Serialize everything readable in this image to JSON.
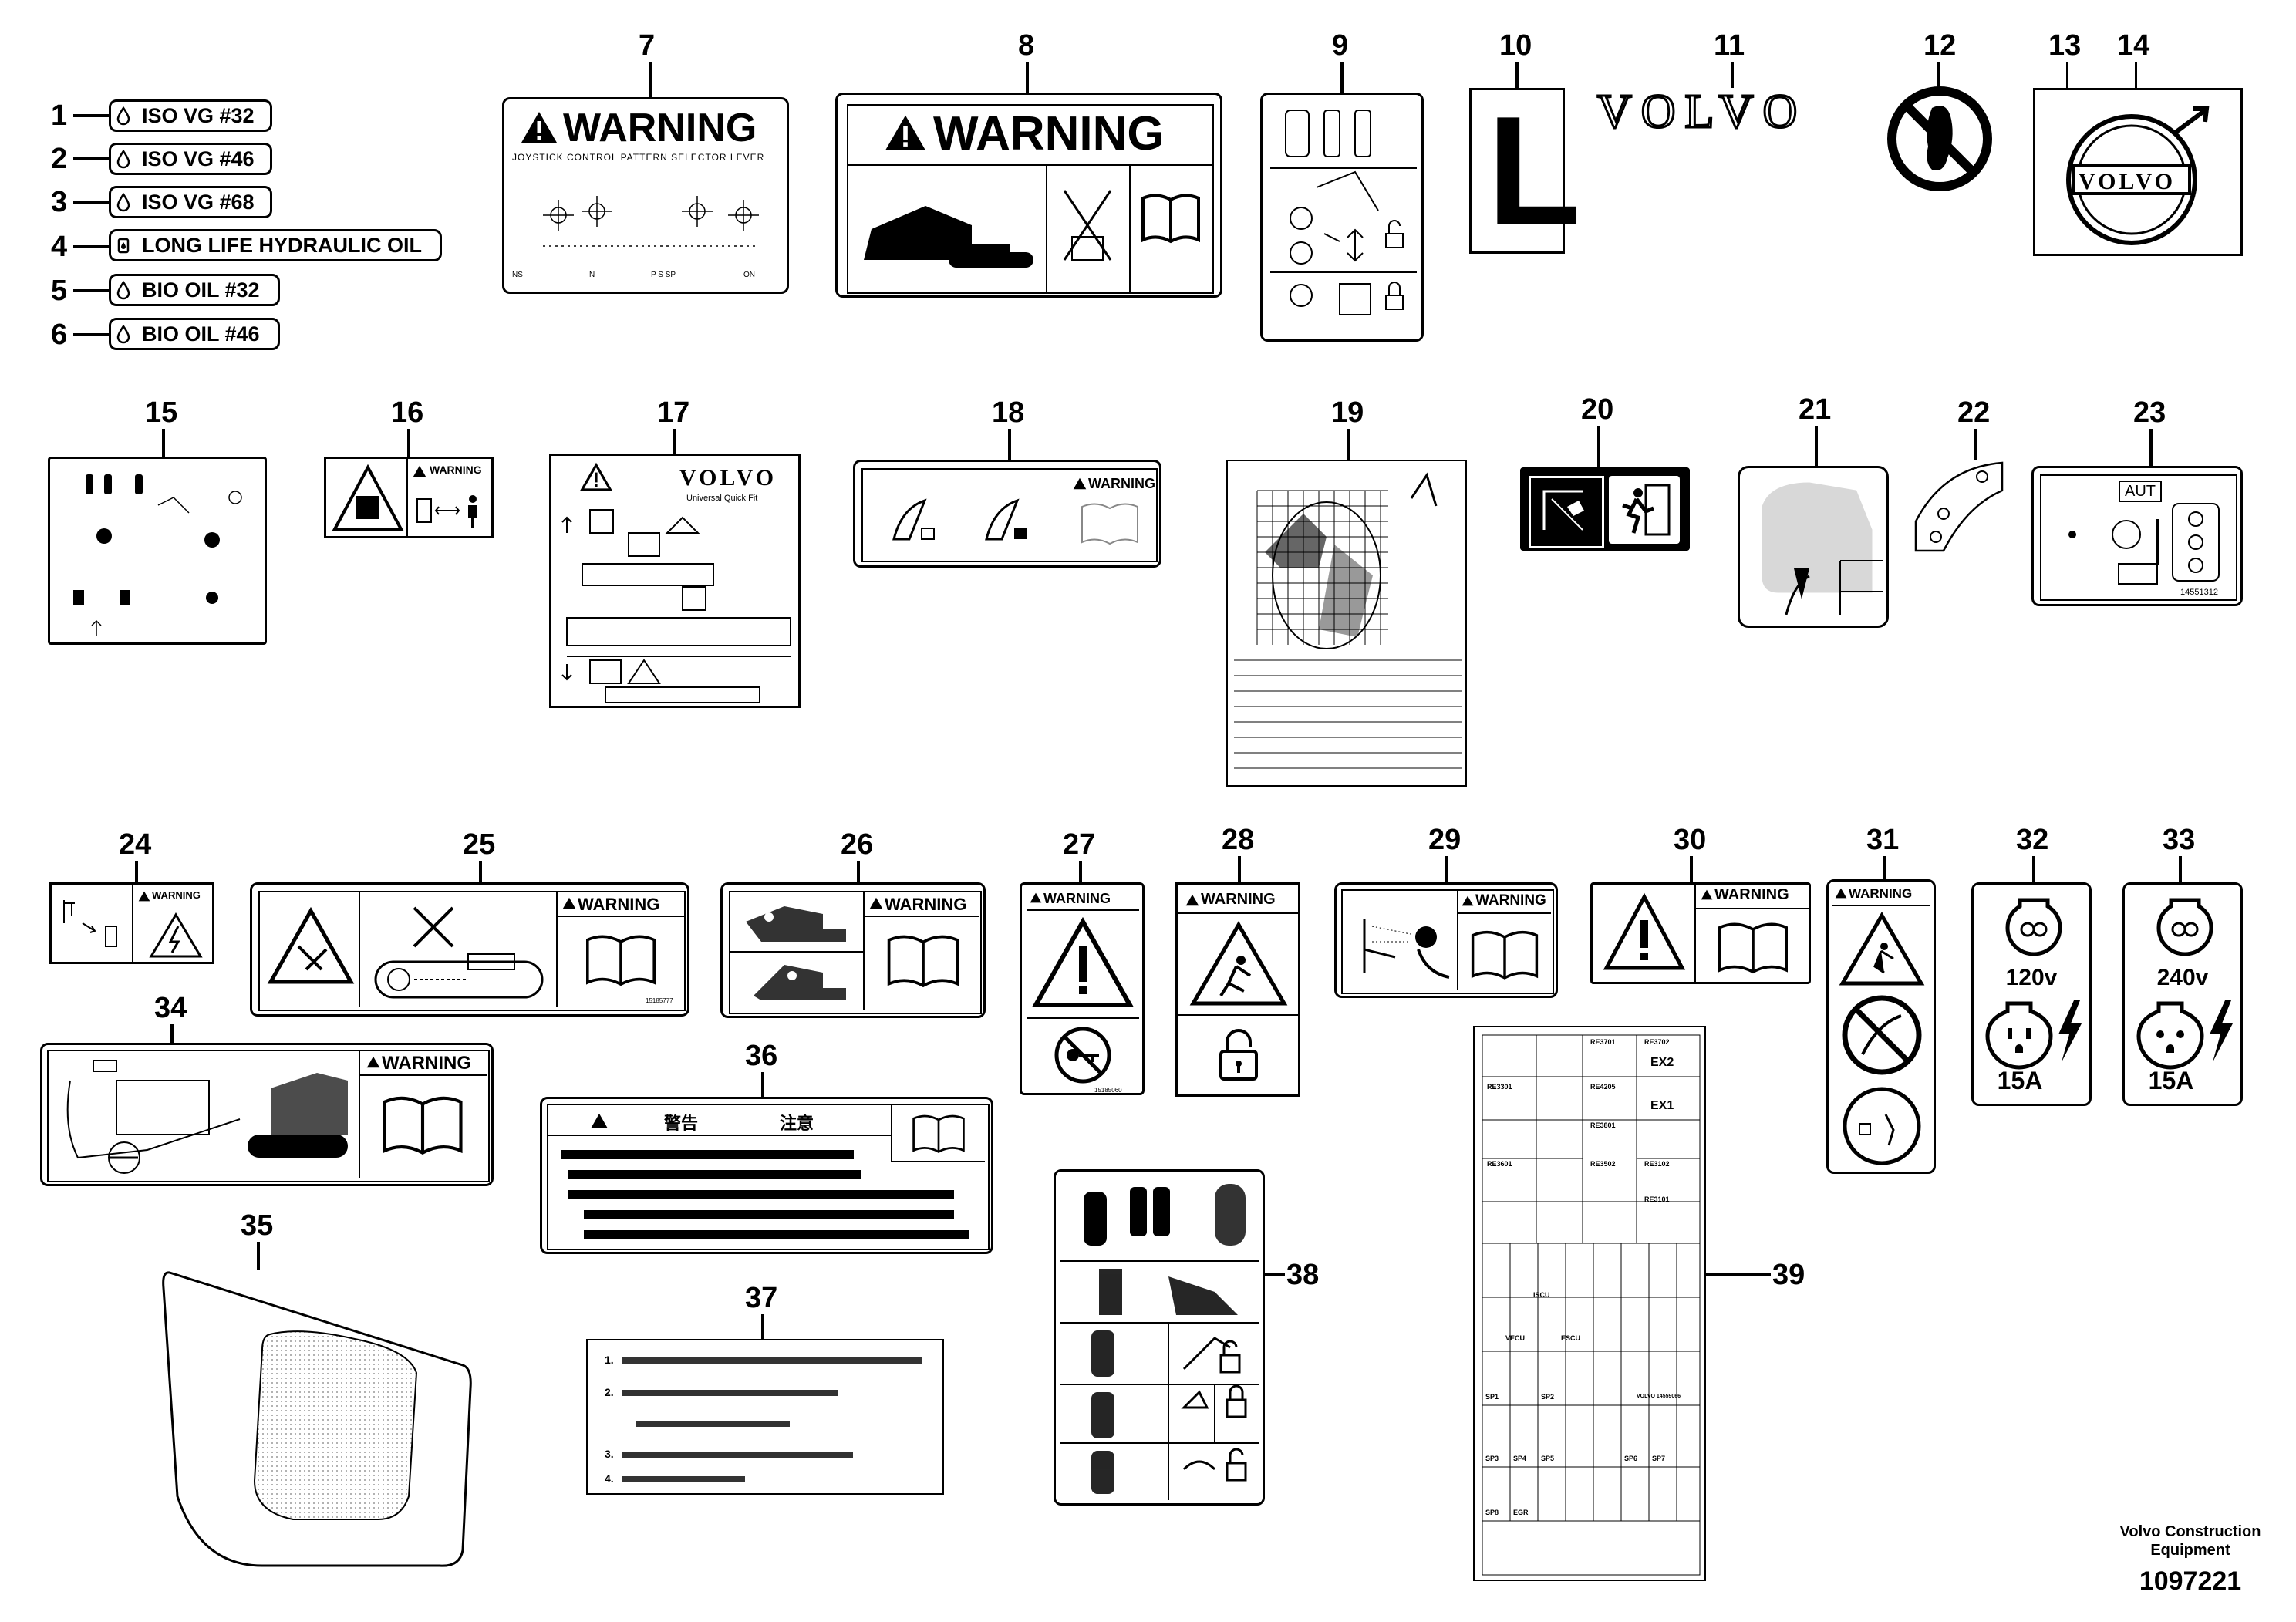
{
  "labels": {
    "l1": "ISO VG #32",
    "l2": "ISO VG #46",
    "l3": "ISO VG #68",
    "l4": "LONG LIFE HYDRAULIC OIL",
    "l5": "BIO OIL #32",
    "l6": "BIO OIL #46",
    "warning": "WARNING",
    "volvo": "VOLVO",
    "volvo_badge": "VOLVO",
    "letter_l": "L",
    "decal17_volvo": "VOLVO",
    "decal17_sub": "Universal Quick Fit",
    "decal7_caption": "JOYSTICK CONTROL PATTERN SELECTOR LEVER",
    "decal23_aut": "AUT",
    "decal23_code": "14551312",
    "v120": "120v",
    "v240": "240v",
    "a15": "15A",
    "part25_code": "15185777",
    "part27_code": "15185060",
    "chinese_header_1": "警告",
    "chinese_header_2": "注意",
    "fuse_relays": [
      "RE3701",
      "RE3702",
      "RE3301",
      "RE4205",
      "RE3801",
      "RE3601",
      "RE3502",
      "RE3102",
      "RE3101"
    ],
    "fuse_ex": [
      "EX2",
      "EX1"
    ],
    "fuse_misc": [
      "ISCU",
      "VECU",
      "ESCU",
      "SP1",
      "SP2",
      "SP3",
      "SP4",
      "SP5",
      "SP6",
      "SP7",
      "SP8",
      "EGR"
    ],
    "fuse_volvo_code": "VOLVO 14559066"
  },
  "numbers": [
    "1",
    "2",
    "3",
    "4",
    "5",
    "6",
    "7",
    "8",
    "9",
    "10",
    "11",
    "12",
    "13",
    "14",
    "15",
    "16",
    "17",
    "18",
    "19",
    "20",
    "21",
    "22",
    "23",
    "24",
    "25",
    "26",
    "27",
    "28",
    "29",
    "30",
    "31",
    "32",
    "33",
    "34",
    "35",
    "36",
    "37",
    "38",
    "39"
  ],
  "footer": {
    "company_line1": "Volvo Construction",
    "company_line2": "Equipment",
    "doc_number": "1097221"
  },
  "icons": [
    "oil-drop-icon",
    "warning-triangle-icon",
    "book-icon",
    "padlock-icon",
    "no-step-icon",
    "volvo-badge-icon",
    "emergency-exit-icon",
    "socket-icon",
    "lightning-icon",
    "fan-icon"
  ]
}
